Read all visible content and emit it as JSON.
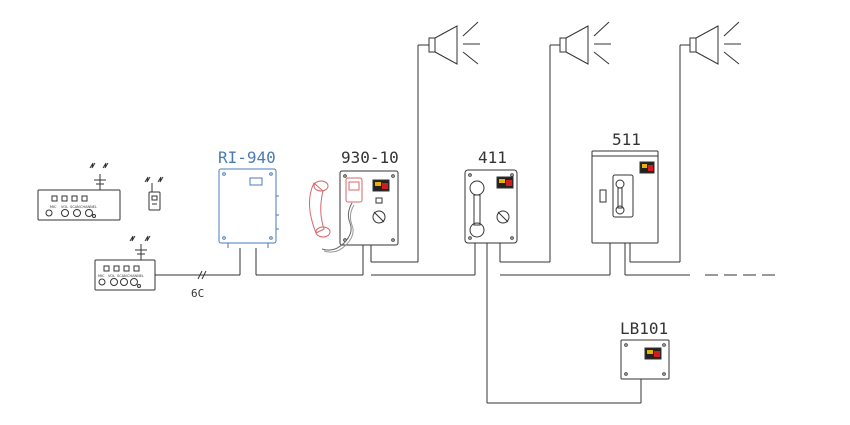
{
  "labels": {
    "ri940": "RI-940",
    "st93010": "930-10",
    "st411": "411",
    "st511": "511",
    "lb101": "LB101",
    "cable": "6C"
  },
  "radio_panel_text": {
    "mic": "MIC",
    "vol": "VOL",
    "scan": "SCAN",
    "channel": "CHANNEL"
  },
  "colors": {
    "line": "#333333",
    "accent": "#4a7bb7",
    "handset_red": "#d46a6a",
    "badge_red": "#d11d1d",
    "badge_yellow": "#e6b400"
  },
  "icons": [
    "horn-speaker-icon",
    "antenna-icon",
    "handheld-radio-icon",
    "handset-icon"
  ]
}
